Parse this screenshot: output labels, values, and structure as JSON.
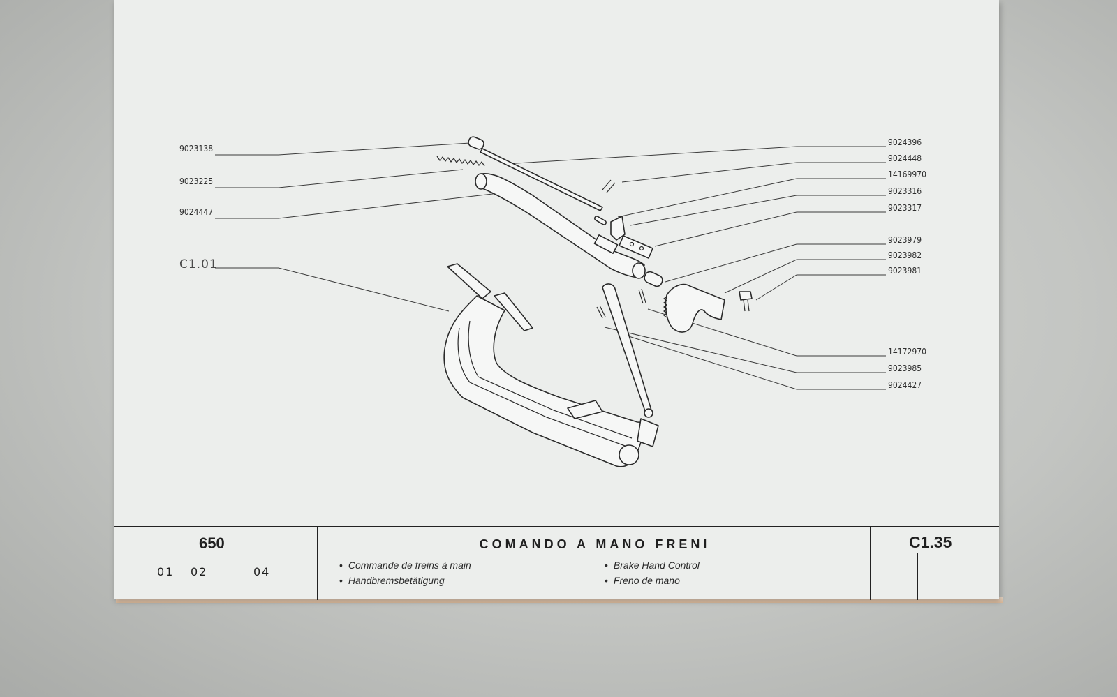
{
  "diagram": {
    "left_labels": [
      {
        "code": "9023138"
      },
      {
        "code": "9023225"
      },
      {
        "code": "9024447"
      }
    ],
    "group_label": "C1.01",
    "right_labels": [
      {
        "code": "9024396"
      },
      {
        "code": "9024448"
      },
      {
        "code": "14169970"
      },
      {
        "code": "9023316"
      },
      {
        "code": "9023317"
      },
      {
        "code": "9023979"
      },
      {
        "code": "9023982"
      },
      {
        "code": "9023981"
      },
      {
        "code": "14172970"
      },
      {
        "code": "9023985"
      },
      {
        "code": "9024427"
      }
    ]
  },
  "footer": {
    "model": "650",
    "variants": [
      "01",
      "02",
      "04"
    ],
    "title": "COMANDO A MANO FRENI",
    "translations": {
      "fr": "Commande de freins à main",
      "de": "Handbremsbetätigung",
      "en": "Brake Hand Control",
      "es": "Freno de mano"
    },
    "bullet": "•",
    "section_code": "C1.35"
  }
}
